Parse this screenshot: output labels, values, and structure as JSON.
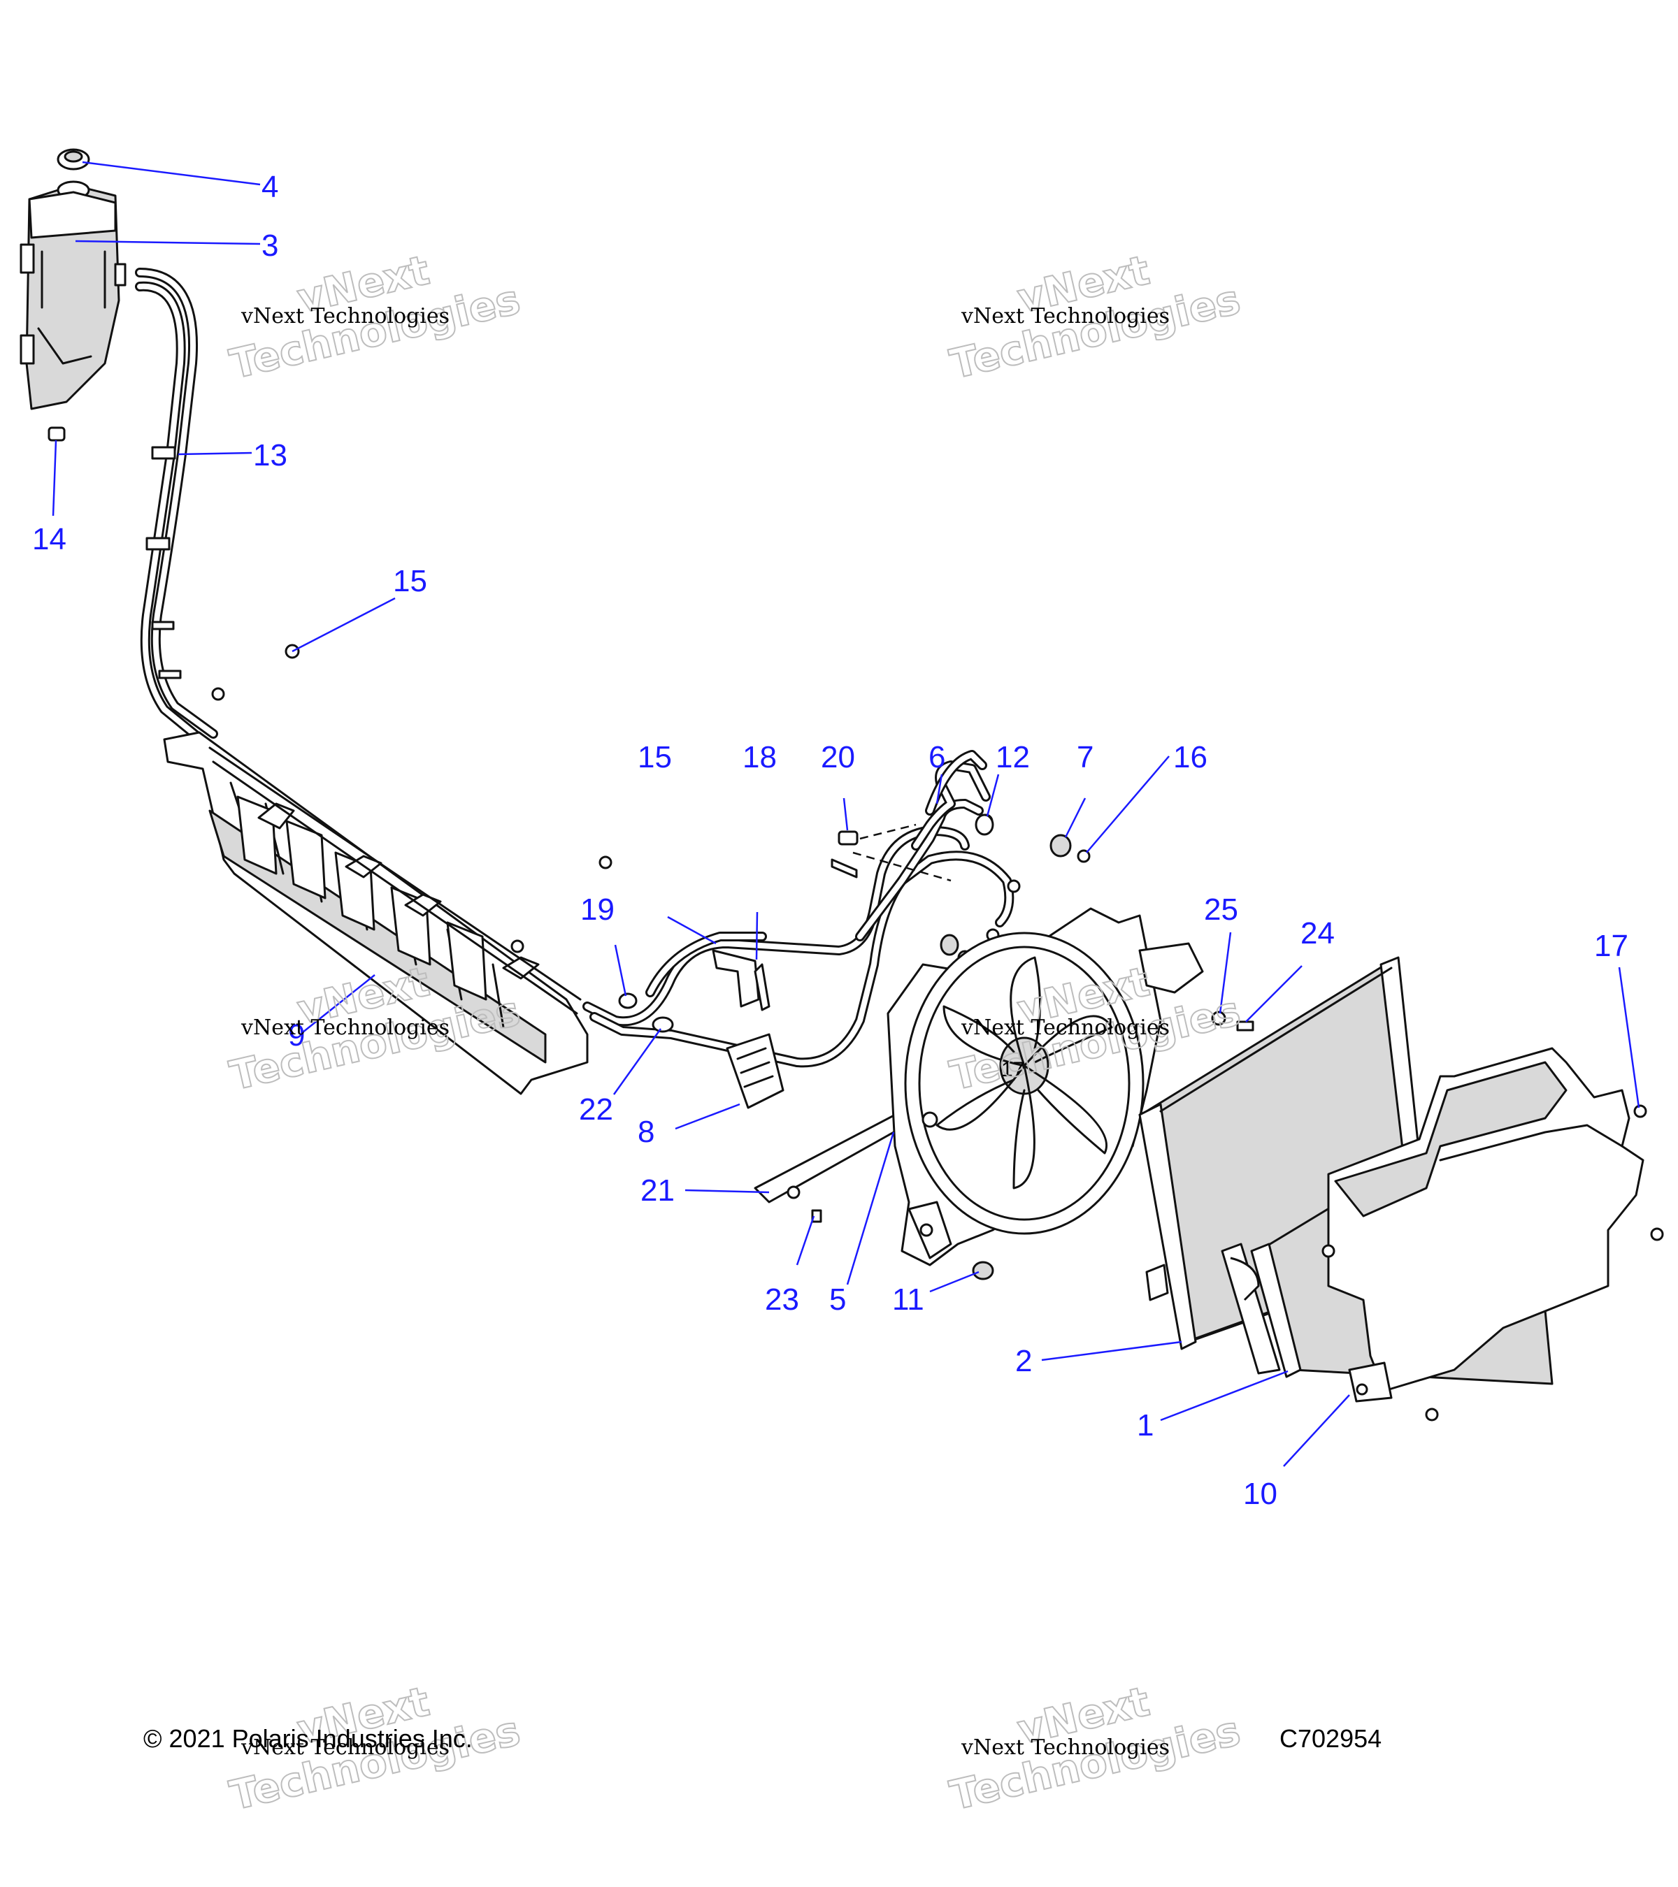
{
  "callouts": [
    "4",
    "3",
    "13",
    "14",
    "15",
    "15",
    "18",
    "20",
    "6",
    "12",
    "7",
    "16",
    "19",
    "25",
    "24",
    "17",
    "9",
    "22",
    "8",
    "21",
    "23",
    "5",
    "11",
    "2",
    "1",
    "10"
  ],
  "footer": {
    "copyright": "© 2021 Polaris Industries Inc.",
    "figure_id": "C702954"
  },
  "watermark": {
    "small": "vNext Technologies",
    "large_line1": "vNext",
    "large_line2": "Technologies"
  },
  "fan_hub_text": "17"
}
